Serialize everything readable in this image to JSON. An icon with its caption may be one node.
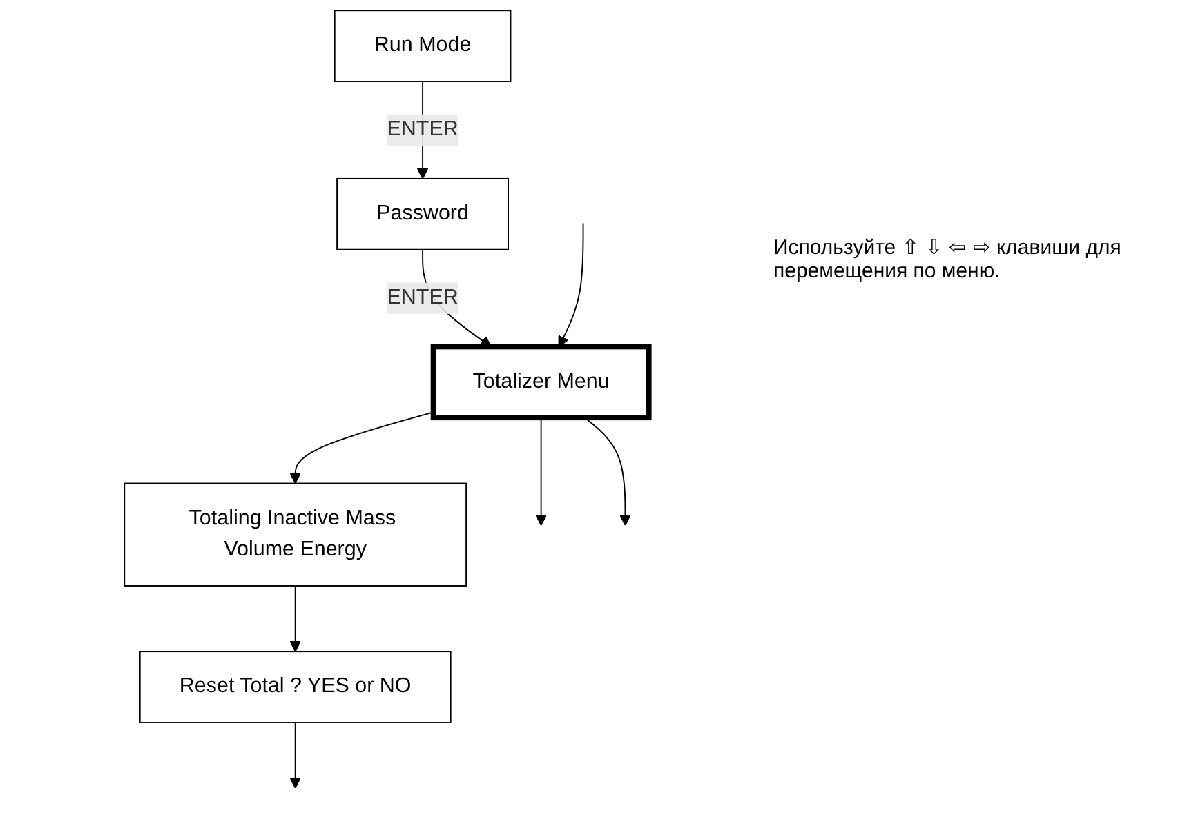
{
  "diagram": {
    "nodes": [
      {
        "text": [
          "Run Mode"
        ]
      },
      {
        "text": [
          "Password"
        ]
      },
      {
        "text": [
          "Totalizer Menu"
        ]
      },
      {
        "text": [
          "Totaling Inactive Mass Volume Energy"
        ]
      },
      {
        "text": [
          "Reset Total ? YES or NO"
        ]
      }
    ],
    "edges": [
      {
        "from": 0,
        "to": 1,
        "arrow": "to",
        "label": "ENTER"
      },
      {
        "from": 1,
        "to": 2,
        "arrow": "to",
        "label": "ENTER"
      },
      {
        "from": null,
        "to": 2,
        "arrow": "to"
      },
      {
        "from": 2,
        "to": null,
        "arrow": "to"
      },
      {
        "from": 2,
        "to": null,
        "arrow": "to"
      },
      {
        "from": 2,
        "to": 3,
        "arrow": "to"
      },
      {
        "from": 3,
        "to": 4,
        "arrow": "to"
      },
      {
        "from": 4,
        "to": null,
        "arrow": "to"
      }
    ],
    "labels": [
      "Используйте ⇧ ⇩ ⇦ ⇨ клавиши для перемещения по меню."
    ]
  }
}
